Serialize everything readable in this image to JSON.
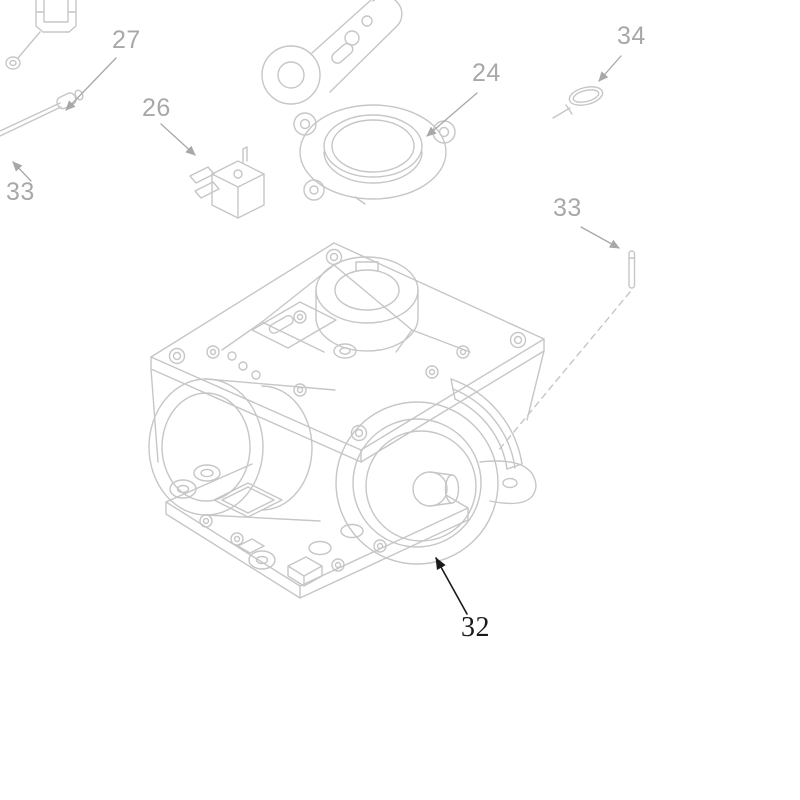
{
  "diagram": {
    "type": "exploded-parts-diagram",
    "background_color": "#ffffff",
    "line_color": "#c6c6c6",
    "callout_color": "#a8a8a8",
    "highlight_color": "#1a1a1a",
    "callouts": {
      "c27": {
        "label": "27"
      },
      "c26": {
        "label": "26"
      },
      "c24": {
        "label": "24"
      },
      "c34": {
        "label": "34"
      },
      "c33_left": {
        "label": "33"
      },
      "c33_right": {
        "label": "33"
      },
      "c32": {
        "label": "32"
      }
    },
    "parts": [
      {
        "name": "mounting-bracket",
        "callout": ""
      },
      {
        "name": "antenna-rod",
        "callout": "27"
      },
      {
        "name": "servo-arm-linkage",
        "callout": ""
      },
      {
        "name": "switch-connector",
        "callout": "26"
      },
      {
        "name": "ring-flange",
        "callout": "24"
      },
      {
        "name": "o-ring",
        "callout": "34"
      },
      {
        "name": "pin",
        "callout": "33"
      },
      {
        "name": "gearbox-housing-assembly",
        "callout": "32"
      }
    ]
  }
}
